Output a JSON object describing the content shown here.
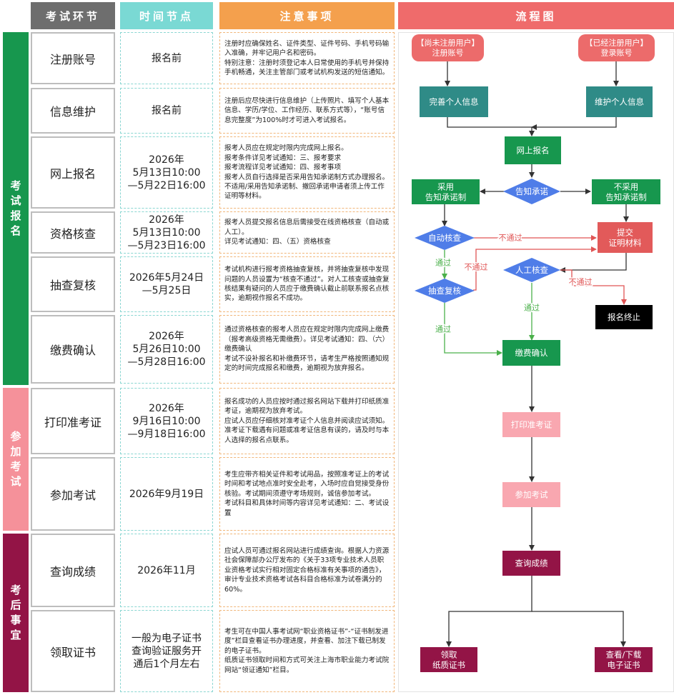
{
  "headers": {
    "stage": "考试环节",
    "time": "时间节点",
    "notes": "注意事项",
    "flow": "流程图"
  },
  "phases": [
    {
      "label": "考试报名"
    },
    {
      "label": "参加考试"
    },
    {
      "label": "考后事宜"
    }
  ],
  "rows": [
    {
      "stage": "注册账号",
      "time": "报名前",
      "note": "注册时应确保姓名、证件类型、证件号码、手机号码输入准确，并牢记用户名和密码。\n特别注意：注册时须登记本人日常使用的手机号并保持手机畅通，关注主管部门或考试机构发送的短信通知。"
    },
    {
      "stage": "信息维护",
      "time": "报名前",
      "note": "注册后应尽快进行信息维护（上传照片、填写个人基本信息、学历/学位、工作经历、联系方式等），“账号信息完整度”为100%时才可进入考试报名。"
    },
    {
      "stage": "网上报名",
      "time": "2026年\n5月13日10:00\n—5月22日16:00",
      "note": "报考人员应在规定时限内完成网上报名。\n报考条件详见考试通知：三、报考要求\n报考流程详见考试通知：四、报考事项\n报考人员自行选择是否采用告知承诺制方式办理报名。不适用/采用告知承诺制、撤回承诺申请者须上传工作证明等材料。"
    },
    {
      "stage": "资格核查",
      "time": "2026年\n5月13日10:00\n—5月23日16:00",
      "note": "报考人员提交报名信息后需接受在线资格核查（自动或人工）。\n详见考试通知：四、（五）资格核查"
    },
    {
      "stage": "抽查复核",
      "time": "2026年5月24日\n—5月25日",
      "note": "考试机构进行报考资格抽查复核，并将抽查复核中发现问题的人员设置为“核查不通过”。对人工核查或抽查复核结果有疑问的人员应于缴费确认截止前联系报名点核实，逾期视作报名不成功。"
    },
    {
      "stage": "缴费确认",
      "time": "2026年\n5月26日10:00\n—5月28日16:00",
      "note": "通过资格核查的报考人员应在规定时限内完成网上缴费（报考高级资格无需缴费）。详见考试通知：四、（六）缴费确认\n考试不设补报名和补缴费环节，请考生严格按照通知规定的时间完成报名和缴费，逾期视为放弃报名。"
    },
    {
      "stage": "打印准考证",
      "time": "2026年\n9月16日10:00\n—9月18日16:00",
      "note": "报名成功的人员应按时通过报名网站下载并打印纸质准考证，逾期视为放弃考试。\n应试人员应仔细核对准考证个人信息并阅读应试须知。准考证下载遇有问题或准考证信息有误的，请及时与本人选择的报名点联系。"
    },
    {
      "stage": "参加考试",
      "time": "2026年9月19日",
      "note": "考生应带齐相关证件和考试用品，按照准考证上的考试时间和考试地点准时安全赴考，入场时应自觉接受身份核验。考试期间须遵守考场规则，诚信参加考试。\n考试科目和具体时间等内容详见考试通知：二、考试设置"
    },
    {
      "stage": "查询成绩",
      "time": "2026年11月",
      "note": "应试人员可通过报名网站进行成绩查询。根据人力资源社会保障部办公厅发布的《关于33项专业技术人员职业资格考试实行相对固定合格标准有关事项的通告》，审计专业技术资格考试各科目合格标准为试卷满分的60%。"
    },
    {
      "stage": "领取证书",
      "time": "一般为电子证书\n查询验证服务开\n通后1个月左右",
      "note": "考生可在中国人事考试网“职业资格证书”-“证书制发进度”栏目查看证书办理进度，并查看、加注下载已制发的电子证书。\n纸质证书领取时间和方式可关注上海市职业能力考试院网站“领证通知”栏目。"
    }
  ],
  "flow": {
    "unregistered": "【尚未注册用户】\n注册账号",
    "registered": "【已经注册用户】\n登录账号",
    "complete_info": "完善个人信息",
    "maintain_info": "维护个人信息",
    "online_apply": "网上报名",
    "commitment": "告知承诺",
    "adopt": "采用\n告知承诺制",
    "not_adopt": "不采用\n告知承诺制",
    "auto_check": "自动核查",
    "submit_proof": "提交\n证明材料",
    "manual_check": "人工核查",
    "spot_check": "抽查复核",
    "terminate": "报名终止",
    "pay_confirm": "缴费确认",
    "print_ticket": "打印准考证",
    "take_exam": "参加考试",
    "query_score": "查询成绩",
    "paper_cert": "领取\n纸质证书",
    "e_cert": "查看/下载\n电子证书",
    "pass": "通过",
    "fail": "不通过"
  },
  "colors": {
    "rose": "#ec6b6b",
    "teal": "#2f8b87",
    "green": "#17974e",
    "diamond": "#4f7de8",
    "red_box": "#e25a5a",
    "black": "#000000",
    "pink": "#f9a7b0",
    "maroon": "#931446",
    "pass_line": "#4ab04a",
    "fail_line": "#e05555",
    "arrow": "#333333"
  }
}
